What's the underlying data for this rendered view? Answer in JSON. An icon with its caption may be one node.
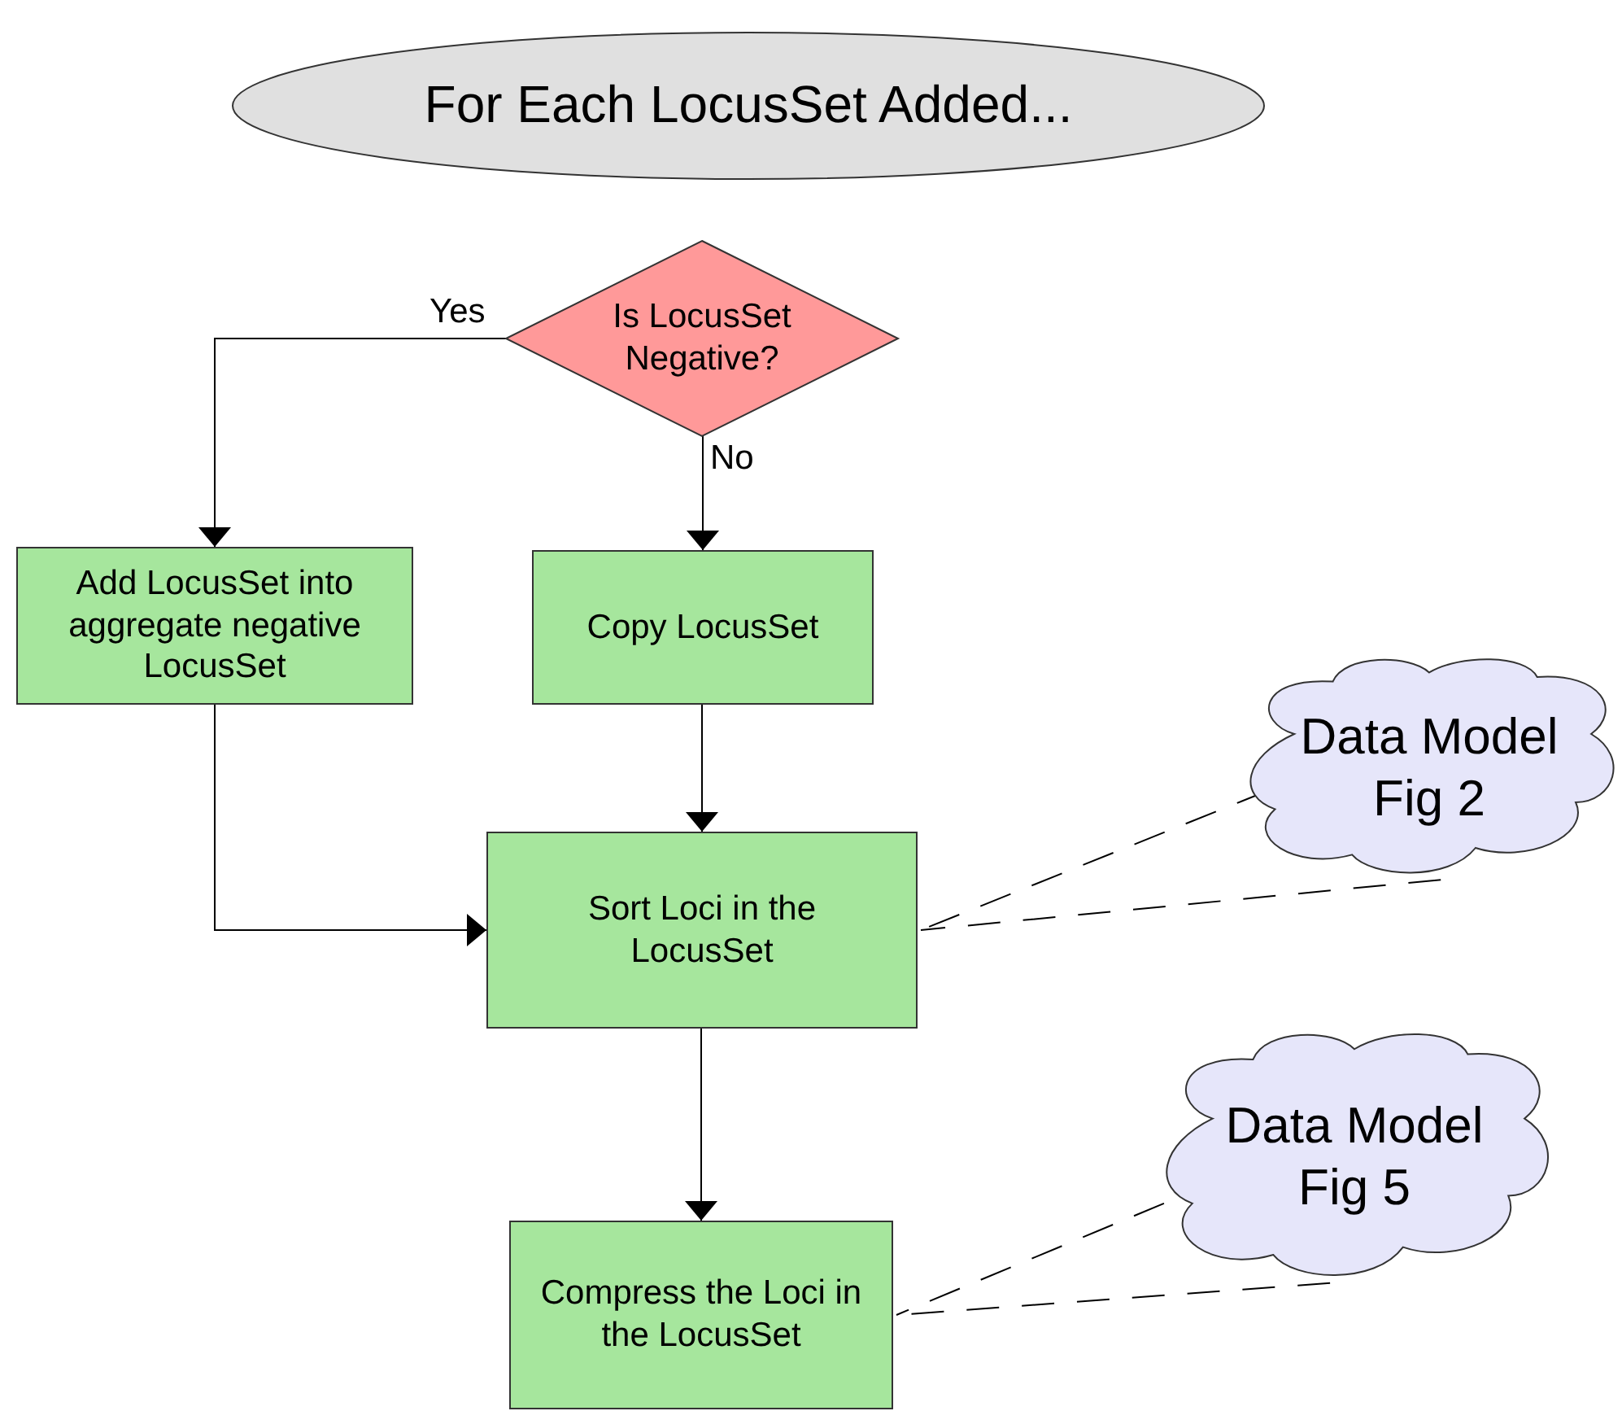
{
  "diagram": {
    "nodes": [
      {
        "text": [
          "For Each LocusSet Added..."
        ]
      },
      {
        "text": [
          "Is LocusSet Negative?"
        ]
      },
      {
        "text": [
          "Add LocusSet into aggregate negative LocusSet"
        ]
      },
      {
        "text": [
          "Copy LocusSet"
        ]
      },
      {
        "text": [
          "Sort Loci in the LocusSet"
        ]
      },
      {
        "text": [
          "Data Model Fig 2"
        ]
      },
      {
        "text": [
          "Compress the Loci in the LocusSet"
        ]
      },
      {
        "text": [
          "Data Model Fig 5"
        ]
      }
    ],
    "edges": [
      {
        "from": 1,
        "to": 2,
        "arrow": "to",
        "label": "Yes"
      },
      {
        "from": 1,
        "to": 3,
        "arrow": "to",
        "label": "No"
      },
      {
        "from": 3,
        "to": 4,
        "arrow": "to"
      },
      {
        "from": 2,
        "to": 4,
        "arrow": "to"
      },
      {
        "from": 4,
        "to": 6,
        "arrow": "to"
      },
      {
        "from": 5,
        "to": 4,
        "arrow": "none",
        "style": "dashed"
      },
      {
        "from": 7,
        "to": 6,
        "arrow": "none",
        "style": "dashed"
      }
    ]
  }
}
